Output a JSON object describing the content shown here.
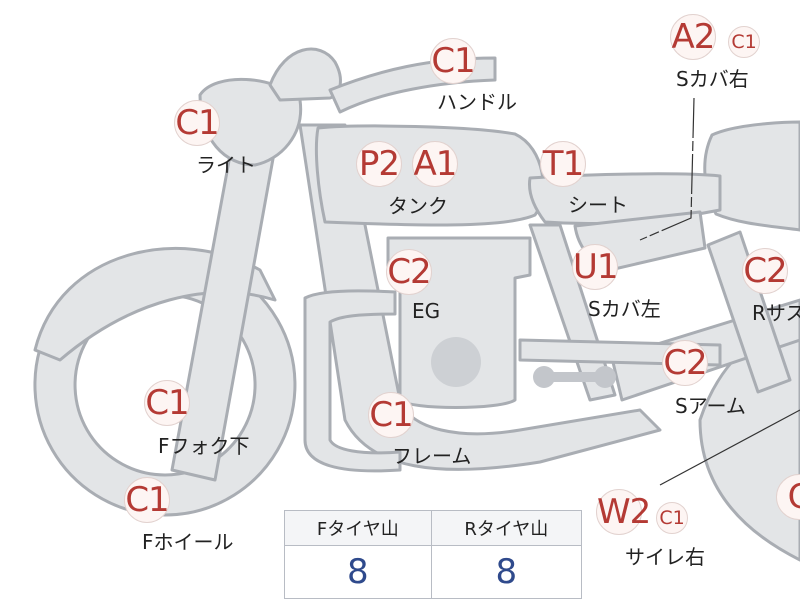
{
  "parts": {
    "handle": {
      "code": "C1",
      "label": "ハンドル"
    },
    "light": {
      "code": "C1",
      "label": "ライト"
    },
    "tank": {
      "codes": [
        "P2",
        "A1"
      ],
      "label": "タンク"
    },
    "seat": {
      "code": "T1",
      "label": "シート"
    },
    "side_cover_right": {
      "code": "A2",
      "sub": "C1",
      "label": "Sカバ右"
    },
    "engine": {
      "code": "C2",
      "label": "EG"
    },
    "side_cover_left": {
      "code": "U1",
      "label": "Sカバ左"
    },
    "rear_suspension": {
      "code": "C2",
      "label": "Rサス"
    },
    "swing_arm": {
      "code": "C2",
      "label": "Sアーム"
    },
    "fork_lower": {
      "code": "C1",
      "label": "Fフォク下"
    },
    "frame": {
      "code": "C1",
      "label": "フレーム"
    },
    "front_wheel": {
      "code": "C1",
      "label": "Fホイール"
    },
    "muffler_right": {
      "code": "W2",
      "sub": "C1",
      "label": "サイレ右"
    },
    "rear_wheel": {
      "code": "C"
    }
  },
  "tire_table": {
    "headers": [
      "Fタイヤ山",
      "Rタイヤ山"
    ],
    "values": [
      "8",
      "8"
    ]
  },
  "colors": {
    "bike_fill": "#e3e5e7",
    "bike_stroke": "#a9adb3",
    "code_text": "#b43a34",
    "value_text": "#2f4a8c"
  }
}
